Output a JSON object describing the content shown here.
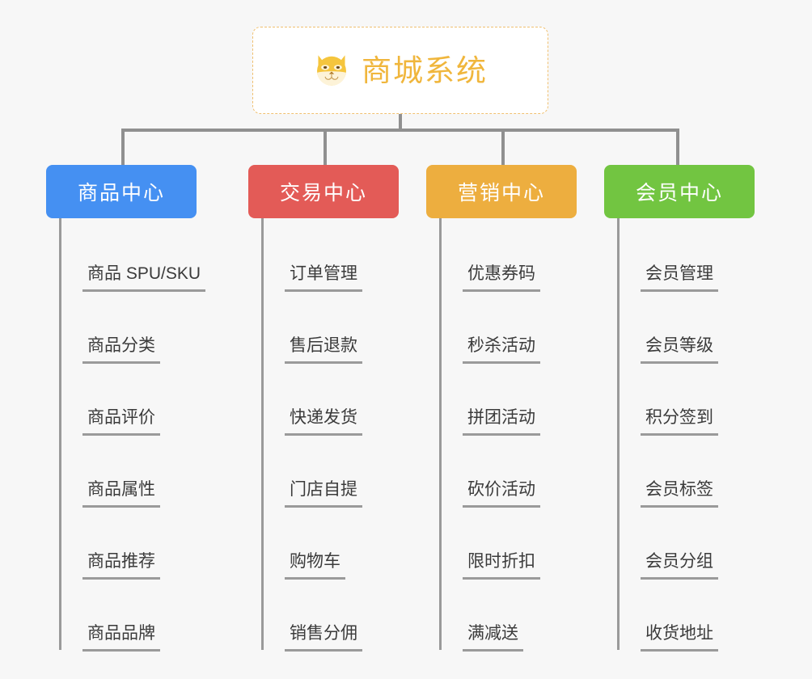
{
  "root": {
    "title": "商城系统",
    "icon": "dog-face-icon",
    "accent_color": "#f0b63c",
    "border_color": "#f0c070",
    "background": "#ffffff"
  },
  "canvas": {
    "background": "#f7f7f7",
    "connector_color": "#909090"
  },
  "branches": [
    {
      "id": "product-center",
      "label": "商品中心",
      "color": "#4590f2",
      "items": [
        {
          "label": "商品 SPU/SKU"
        },
        {
          "label": "商品分类"
        },
        {
          "label": "商品评价"
        },
        {
          "label": "商品属性"
        },
        {
          "label": "商品推荐"
        },
        {
          "label": "商品品牌"
        }
      ]
    },
    {
      "id": "trade-center",
      "label": "交易中心",
      "color": "#e35b57",
      "items": [
        {
          "label": "订单管理"
        },
        {
          "label": "售后退款"
        },
        {
          "label": "快递发货"
        },
        {
          "label": "门店自提"
        },
        {
          "label": "购物车"
        },
        {
          "label": "销售分佣"
        }
      ]
    },
    {
      "id": "marketing-center",
      "label": "营销中心",
      "color": "#edae3f",
      "items": [
        {
          "label": "优惠券码"
        },
        {
          "label": "秒杀活动"
        },
        {
          "label": "拼团活动"
        },
        {
          "label": "砍价活动"
        },
        {
          "label": "限时折扣"
        },
        {
          "label": "满减送"
        }
      ]
    },
    {
      "id": "member-center",
      "label": "会员中心",
      "color": "#72c541",
      "items": [
        {
          "label": "会员管理"
        },
        {
          "label": "会员等级"
        },
        {
          "label": "积分签到"
        },
        {
          "label": "会员标签"
        },
        {
          "label": "会员分组"
        },
        {
          "label": "收货地址"
        }
      ]
    }
  ]
}
